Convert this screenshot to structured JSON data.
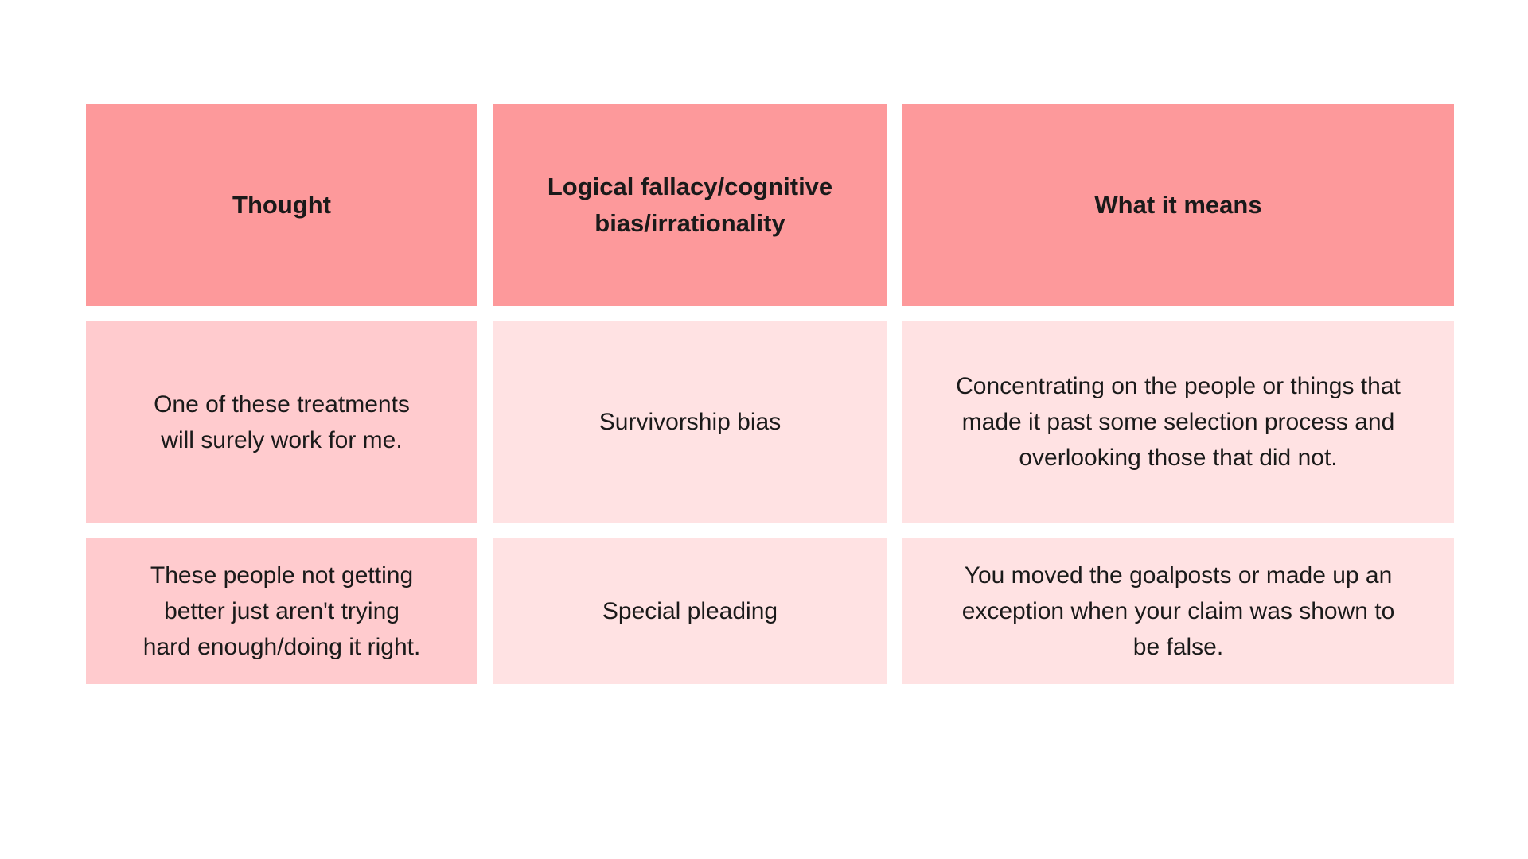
{
  "table": {
    "headers": {
      "thought": "Thought",
      "fallacy": "Logical fallacy/cognitive\nbias/irrationality",
      "meaning": "What it means"
    },
    "rows": [
      {
        "thought": "One of these treatments\nwill surely work for me.",
        "fallacy": "Survivorship bias",
        "meaning": "Concentrating on the people or things that\nmade it past some selection process and\noverlooking those that did not."
      },
      {
        "thought": "These people not getting\nbetter just aren't trying\nhard enough/doing it right.",
        "fallacy": "Special pleading",
        "meaning": "You moved the goalposts or made up an\nexception when your claim was shown to\nbe false."
      }
    ],
    "colors": {
      "header_bg": "#FD999B",
      "thought_column_bg": "#FFCBCE",
      "cell_bg": "#FFE2E3",
      "text": "#1A1A1A",
      "page_bg": "#FFFFFF"
    }
  }
}
